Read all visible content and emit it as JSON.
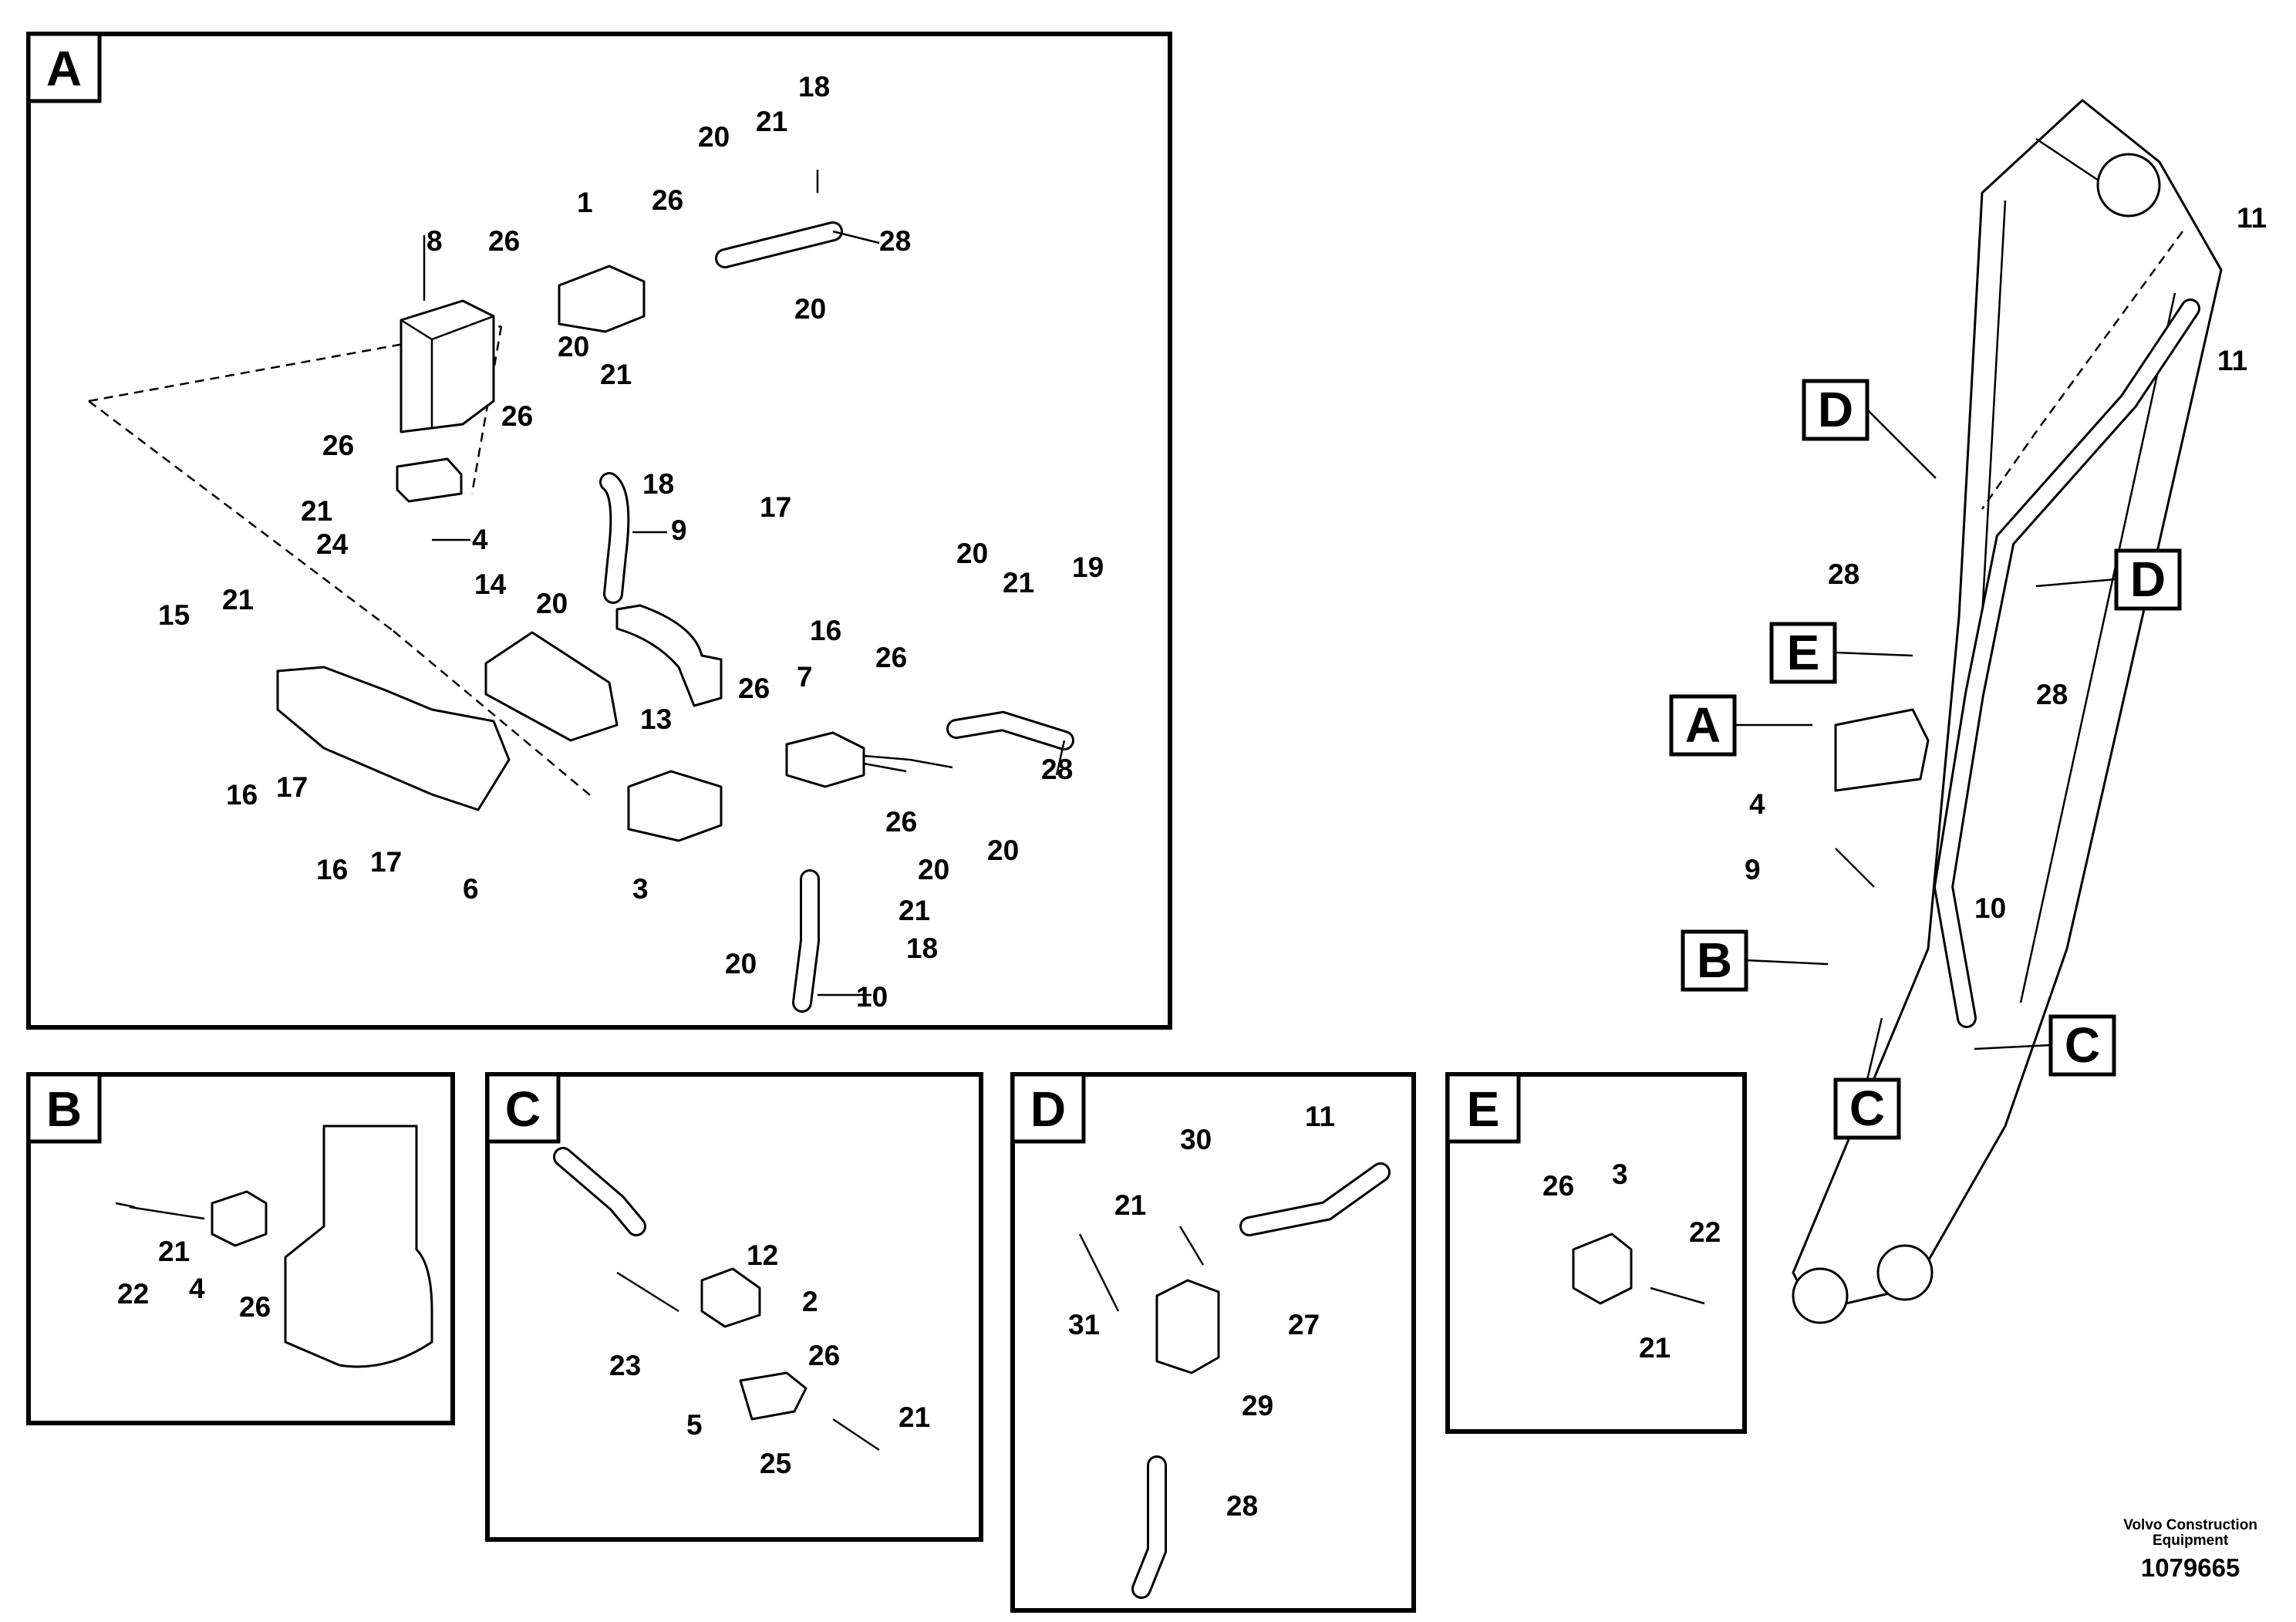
{
  "panels": {
    "A": {
      "tag": "A",
      "labels": [
        "18",
        "21",
        "20",
        "26",
        "1",
        "28",
        "8",
        "26",
        "20",
        "20",
        "21",
        "26",
        "18",
        "26",
        "21",
        "9",
        "24",
        "4",
        "17",
        "20",
        "20",
        "21",
        "19",
        "14",
        "21",
        "15",
        "16",
        "26",
        "7",
        "26",
        "28",
        "13",
        "16",
        "17",
        "20",
        "16",
        "17",
        "6",
        "3",
        "26",
        "20",
        "21",
        "18",
        "20",
        "10"
      ]
    },
    "B": {
      "tag": "B",
      "labels": [
        "22",
        "21",
        "4",
        "26"
      ]
    },
    "C": {
      "tag": "C",
      "labels": [
        "12",
        "2",
        "23",
        "26",
        "5",
        "21",
        "25"
      ]
    },
    "D": {
      "tag": "D",
      "labels": [
        "30",
        "11",
        "21",
        "31",
        "27",
        "29",
        "28"
      ]
    },
    "E": {
      "tag": "E",
      "labels": [
        "26",
        "3",
        "22",
        "21"
      ]
    },
    "overview": {
      "tags": [
        "D",
        "D",
        "E",
        "A",
        "B",
        "C",
        "C"
      ],
      "labels": [
        "11",
        "11",
        "28",
        "28",
        "4",
        "9",
        "10"
      ]
    }
  },
  "footer": {
    "brand_line1": "Volvo Construction",
    "brand_line2": "Equipment",
    "drawing_number": "1079665"
  }
}
